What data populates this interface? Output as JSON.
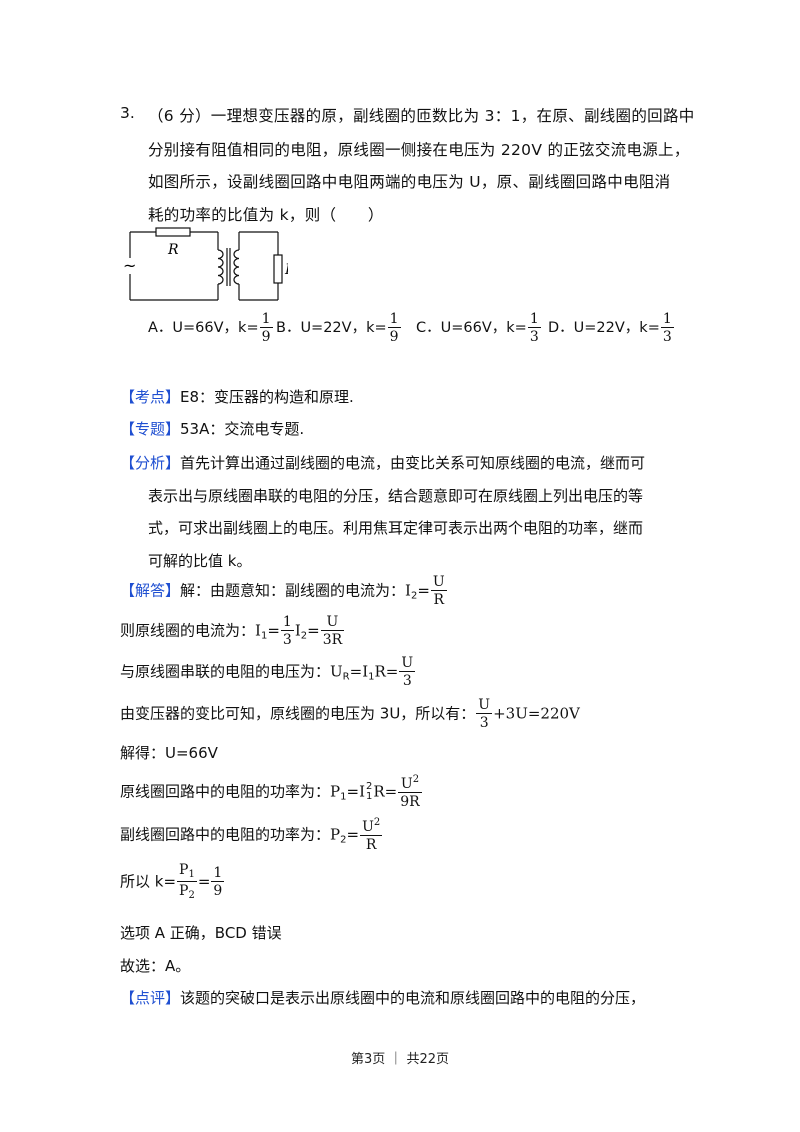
{
  "question": {
    "number": "3.",
    "line1": "（6 分）一理想变压器的原，副线圈的匝数比为 3：1，在原、副线圈的回路中",
    "line2": "分别接有阻值相同的电阻，原线圈一侧接在电压为 220V 的正弦交流电源上，",
    "line3": "如图所示，设副线圈回路中电阻两端的电压为 U，原、副线圈回路中电阻消",
    "line4": "耗的功率的比值为 k，则（　　）"
  },
  "circuit": {
    "source_symbol": "~",
    "resistor_top_label": "R",
    "resistor_right_label": "R"
  },
  "options": [
    {
      "prefix": "A．U=66V，k=",
      "num": "1",
      "den": "9"
    },
    {
      "prefix": "B．U=22V，k=",
      "num": "1",
      "den": "9"
    },
    {
      "prefix": "C．U=66V，k=",
      "num": "1",
      "den": "3"
    },
    {
      "prefix": "D．U=22V，k=",
      "num": "1",
      "den": "3"
    }
  ],
  "kaodian": {
    "tag": "【考点】",
    "text": "E8：变压器的构造和原理."
  },
  "zhuanti": {
    "tag": "【专题】",
    "text": "53A：交流电专题."
  },
  "fenxi": {
    "tag": "【分析】",
    "line1": "首先计算出通过副线圈的电流，由变比关系可知原线圈的电流，继而可",
    "line2": "表示出与原线圈串联的电阻的分压，结合题意即可在原线圈上列出电压的等",
    "line3": "式，可求出副线圈上的电压。利用焦耳定律可表示出两个电阻的功率，继而",
    "line4": "可解的比值 k。"
  },
  "jieda": {
    "tag": "【解答】",
    "s1_text": "解：由题意知：副线圈的电流为：",
    "s1_lhs": "I",
    "s1_sub": "2",
    "s1_eq": "=",
    "s1_num": "U",
    "s1_den": "R",
    "s2_text": "则原线圈的电流为：",
    "s2_lhs": "I",
    "s2_sub": "1",
    "s2_eq": "=",
    "s2_num1": "1",
    "s2_den1": "3",
    "s2_I": "I",
    "s2_Isub": "2",
    "s2_eq2": "=",
    "s2_num2": "U",
    "s2_den2": "3R",
    "s3_text": "与原线圈串联的电阻的电压为：",
    "s3_lhs": "U",
    "s3_sub": "R",
    "s3_mid": "=I",
    "s3_midsub": "1",
    "s3_mid2": "R=",
    "s3_num": "U",
    "s3_den": "3",
    "s4_text": "由变压器的变比可知，原线圈的电压为 3U，所以有：",
    "s4_num": "U",
    "s4_den": "3",
    "s4_rest": "+3U=220V",
    "s5_text": "解得：U=66V",
    "s6_text": "原线圈回路中的电阻的功率为：",
    "s6_lhs": "P",
    "s6_sub": "1",
    "s6_eq": "=",
    "s6_I": "I",
    "s6_Isup": "2",
    "s6_Isub": "1",
    "s6_R": "R=",
    "s6_num": "U",
    "s6_numsup": "2",
    "s6_den": "9R",
    "s7_text": "副线圈回路中的电阻的功率为：",
    "s7_lhs": "P",
    "s7_sub": "2",
    "s7_eq": "=",
    "s7_num": "U",
    "s7_numsup": "2",
    "s7_den": "R",
    "s8_text": "所以 k=",
    "s8_num": "P",
    "s8_numsub": "1",
    "s8_den": "P",
    "s8_densub": "2",
    "s8_eq": "=",
    "s8_num2": "1",
    "s8_den2": "9",
    "s9_text": "选项 A 正确，BCD 错误",
    "s10_text": "故选：A。"
  },
  "dianping": {
    "tag": "【点评】",
    "text": "该题的突破口是表示出原线圈中的电流和原线圈回路中的电阻的分压，"
  },
  "footer": {
    "text": "第3页 ｜ 共22页"
  }
}
